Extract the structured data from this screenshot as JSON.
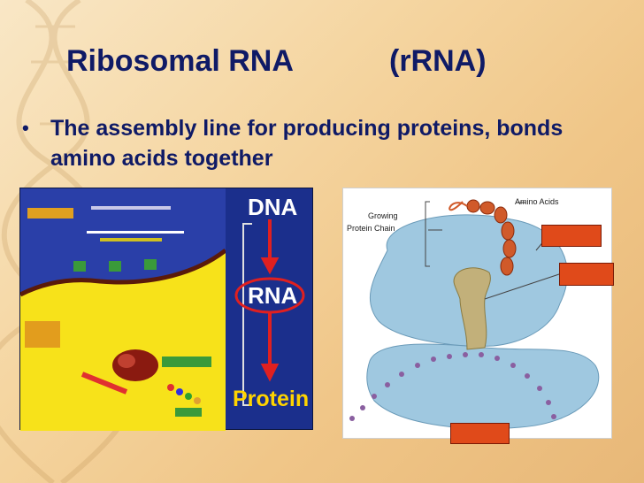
{
  "slide": {
    "title_main": "Ribosomal RNA",
    "title_abbrev": "(rRNA)",
    "bullet_symbol": "•",
    "bullet_text": "The assembly line for producing proteins, bonds amino acids together"
  },
  "left_figure": {
    "flow": [
      "DNA",
      "RNA",
      "Protein"
    ],
    "colors": {
      "panel": "#1b2f8c",
      "label_text": "#ffffff",
      "arrow": "#e02020",
      "cytoplasm": "#f7e21a",
      "nucleus": "#2a3fa8"
    }
  },
  "right_figure": {
    "label_amino_acids": "Amino Acids",
    "label_growing_line1": "Growing",
    "label_growing_line2": "Protein Chain",
    "colors": {
      "ribosome": "#9fc8e0",
      "trna": "#c2b07a",
      "chain": "#d05a2a",
      "mrna": "#8a5fa0",
      "blank_label": "#e04a1a"
    }
  }
}
